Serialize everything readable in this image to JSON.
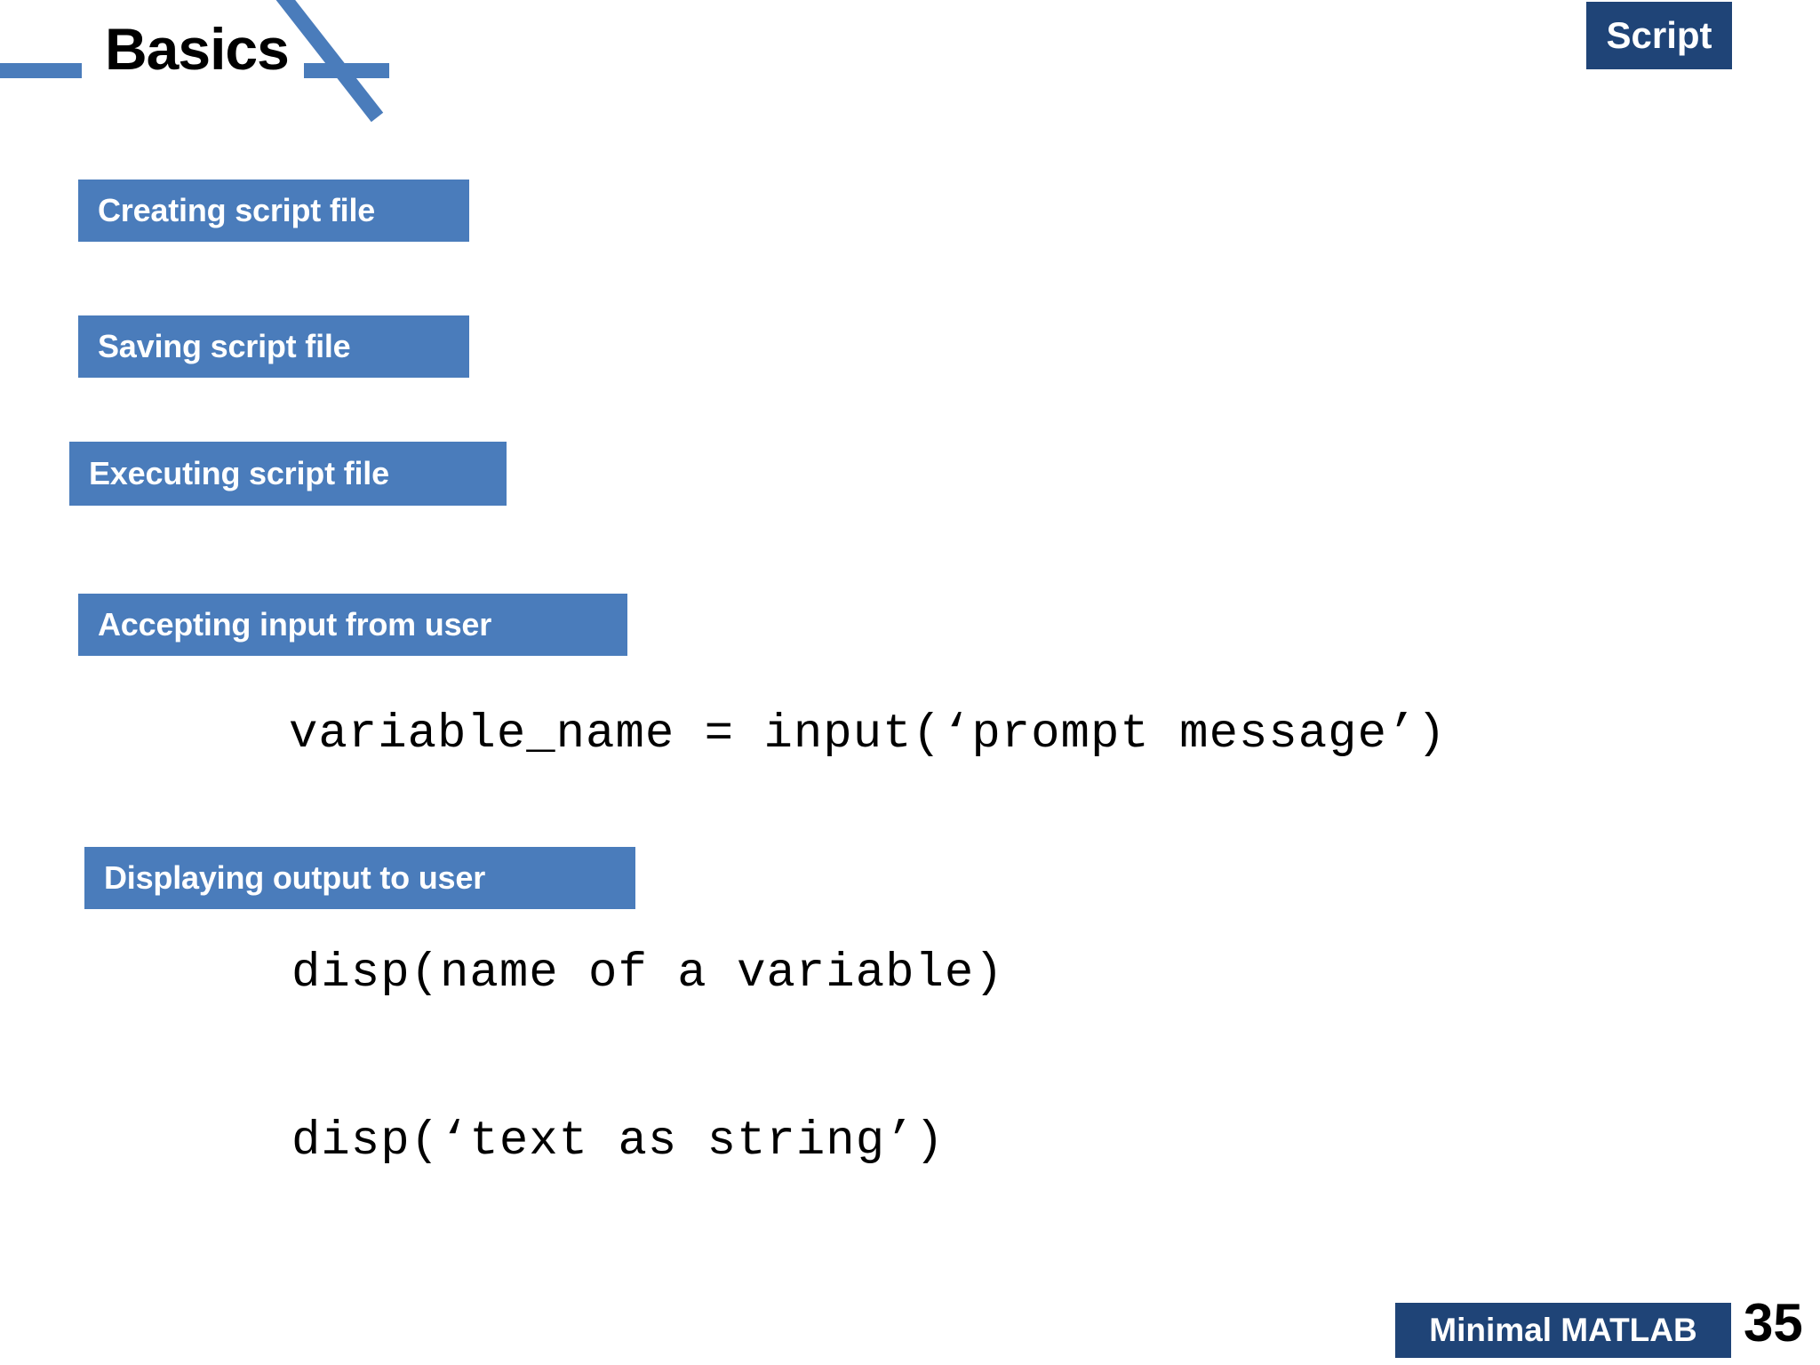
{
  "slide": {
    "title": "Basics",
    "page_number": "35",
    "background_color": "#ffffff"
  },
  "theme": {
    "accent_blue": "#4a7cbb",
    "dark_navy": "#1f4477",
    "text_black": "#000000",
    "text_white": "#ffffff"
  },
  "corner_badge": {
    "label": "Script"
  },
  "bullets": [
    {
      "label": "Creating script file"
    },
    {
      "label": "Saving script file"
    },
    {
      "label": "Executing script file"
    },
    {
      "label": "Accepting input from user"
    },
    {
      "label": "Displaying output to user"
    }
  ],
  "code_lines": [
    {
      "text": "variable_name = input(‘prompt message’)"
    },
    {
      "text": "disp(name of a variable)"
    },
    {
      "text": "disp(‘text as string’)"
    }
  ],
  "footer": {
    "badge_label": "Minimal MATLAB",
    "page_number": "35"
  }
}
